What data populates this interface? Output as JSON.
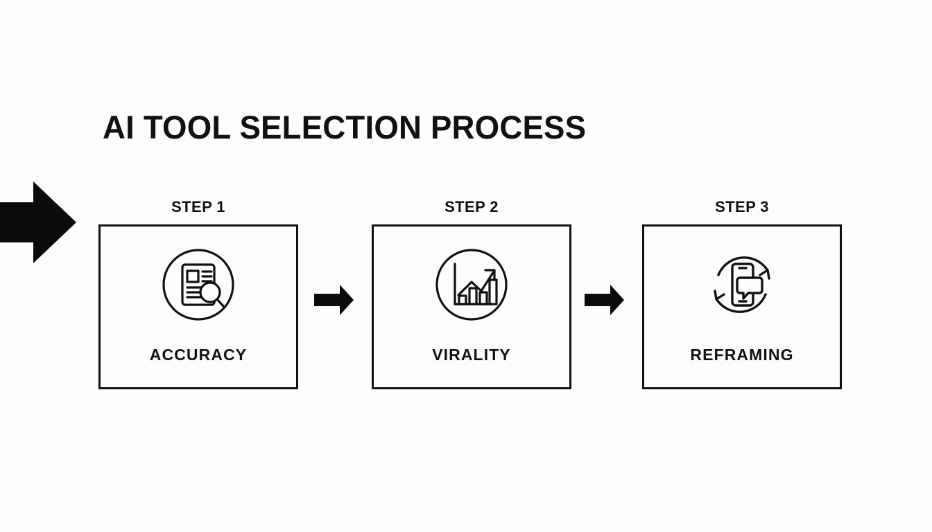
{
  "page": {
    "title": "AI TOOL SELECTION PROCESS",
    "background_color": "#fdfdfd",
    "ink_color": "#111111"
  },
  "entry_arrow": {
    "icon": "thick-right-arrow-icon",
    "direction": "right"
  },
  "steps": [
    {
      "caption": "STEP 1",
      "label": "ACCURACY",
      "icon": "document-magnifier-icon",
      "icon_description": "document with text lines and magnifying glass inside a circle"
    },
    {
      "caption": "STEP 2",
      "label": "VIRALITY",
      "icon": "bar-chart-growth-icon",
      "icon_description": "rising bar chart with upward trend arrow inside a circle"
    },
    {
      "caption": "STEP 3",
      "label": "REFRAMING",
      "icon": "phone-chat-refresh-icon",
      "icon_description": "smartphone with speech bubble encircled by two refresh arrows"
    }
  ],
  "connectors": [
    {
      "icon": "right-arrow-icon",
      "direction": "right"
    },
    {
      "icon": "right-arrow-icon",
      "direction": "right"
    }
  ]
}
